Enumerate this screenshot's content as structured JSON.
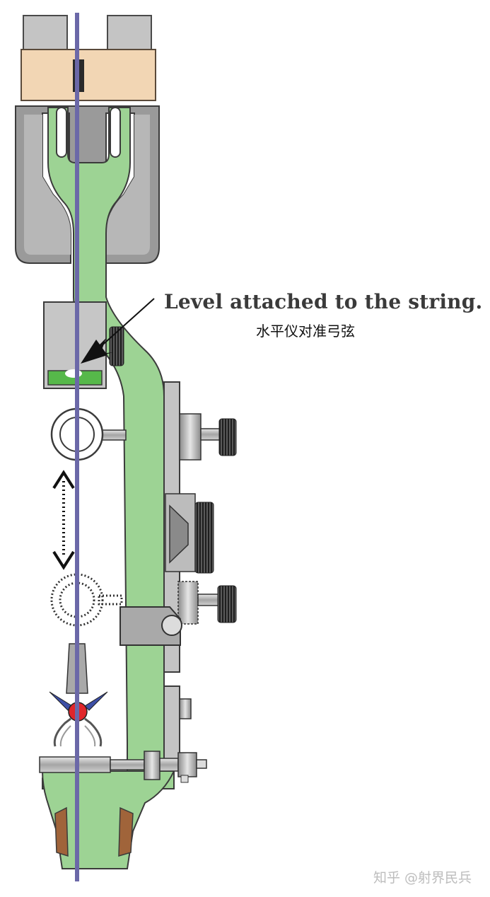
{
  "annotation": {
    "english": "Level attached to the string.",
    "chinese": "水平仪对准弓弦"
  },
  "watermark": "知乎 @射界民兵",
  "colors": {
    "riser_green": "#9dd394",
    "riser_outline": "#3b3b3b",
    "string": "#6b68a8",
    "grip_tan": "#f2d6b4",
    "limb_gray": "#9a9a9a",
    "metal_gray": "#c9c9c9",
    "level_bubble": "#56b84a",
    "arrow_rest_red": "#e0262a",
    "arrow_vane_blue": "#3d4fa6",
    "grip_brown": "#a0643a"
  },
  "icons": [
    "pointer-arrow-icon",
    "double-arrow-icon"
  ]
}
